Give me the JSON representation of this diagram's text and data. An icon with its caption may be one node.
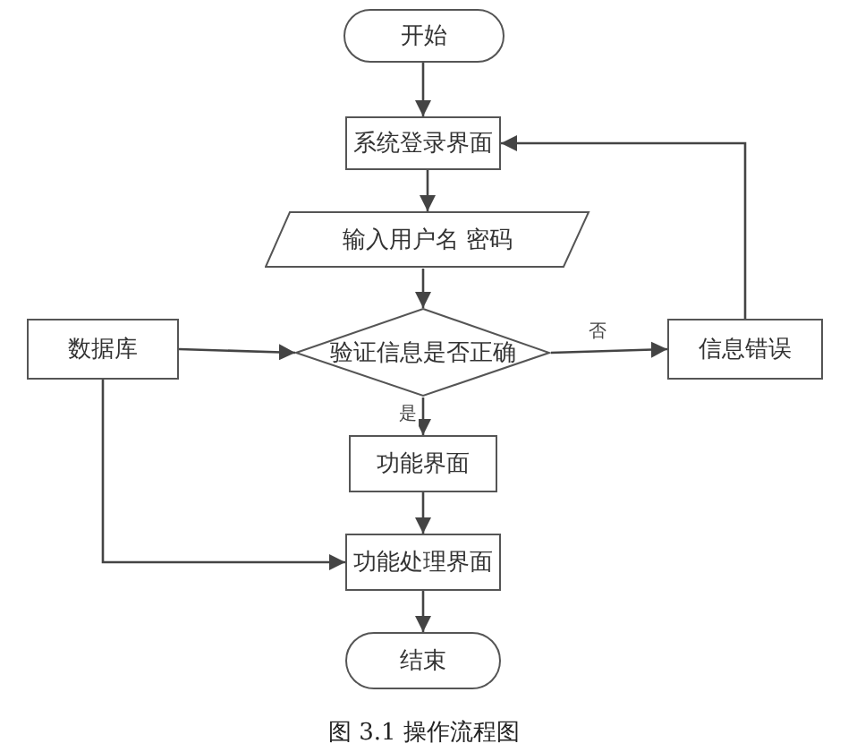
{
  "diagram": {
    "caption": "图 3.1 操作流程图",
    "nodes": [
      {
        "text": [
          "开始"
        ]
      },
      {
        "text": [
          "系统登录界面"
        ]
      },
      {
        "text": [
          "输入用户名 密码"
        ]
      },
      {
        "text": [
          "数据库"
        ]
      },
      {
        "text": [
          "验证信息是否正确"
        ]
      },
      {
        "text": [
          "信息错误"
        ]
      },
      {
        "text": [
          "功能界面"
        ]
      },
      {
        "text": [
          "功能处理界面"
        ]
      },
      {
        "text": [
          "结束"
        ]
      }
    ],
    "edges": [
      {
        "from": 0,
        "to": 1,
        "arrow": "to"
      },
      {
        "from": 1,
        "to": 2,
        "arrow": "to"
      },
      {
        "from": 2,
        "to": 4,
        "arrow": "to"
      },
      {
        "from": 3,
        "to": 4,
        "arrow": "to"
      },
      {
        "from": 4,
        "to": 5,
        "arrow": "to",
        "label": "否"
      },
      {
        "from": 4,
        "to": 6,
        "arrow": "to",
        "label": "是"
      },
      {
        "from": 6,
        "to": 7,
        "arrow": "to"
      },
      {
        "from": 3,
        "to": 7,
        "arrow": "to"
      },
      {
        "from": 7,
        "to": 8,
        "arrow": "to"
      },
      {
        "from": 5,
        "to": 1,
        "arrow": "to"
      }
    ]
  }
}
